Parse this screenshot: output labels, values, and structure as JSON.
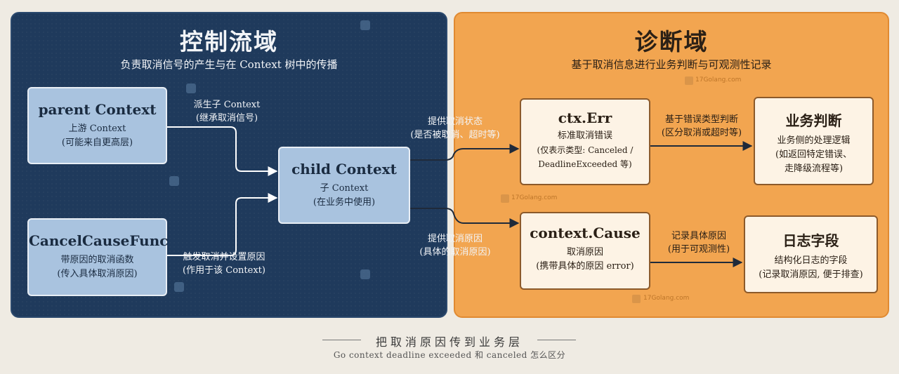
{
  "control": {
    "title": "控制流域",
    "subtitle": "负责取消信号的产生与在 Context 树中的传播",
    "parent": {
      "title": "parent Context",
      "line1": "上游 Context",
      "line2": "(可能来自更高层)"
    },
    "cause_func": {
      "title": "CancelCauseFunc",
      "line1": "带原因的取消函数",
      "line2": "(传入具体取消原因)"
    },
    "child": {
      "title": "child Context",
      "line1": "子 Context",
      "line2": "(在业务中使用)"
    },
    "edge_derive": {
      "line1": "派生子 Context",
      "line2": "(继承取消信号)"
    },
    "edge_trigger": {
      "line1": "触发取消并设置原因",
      "line2": "(作用于该 Context)"
    }
  },
  "diagnosis": {
    "title": "诊断域",
    "subtitle": "基于取消信息进行业务判断与可观测性记录",
    "err": {
      "title": "ctx.Err",
      "line1": "标准取消错误",
      "line2": "(仅表示类型: Canceled /",
      "line3": "DeadlineExceeded 等)"
    },
    "cause": {
      "title": "context.Cause",
      "line1": "取消原因",
      "line2": "(携带具体的原因 error)"
    },
    "judge": {
      "title": "业务判断",
      "line1": "业务侧的处理逻辑",
      "line2": "(如返回特定错误、",
      "line3": "走降级流程等)"
    },
    "log": {
      "title": "日志字段",
      "line1": "结构化日志的字段",
      "line2": "(记录取消原因, 便于排查)"
    },
    "edge_judge": {
      "line1": "基于错误类型判断",
      "line2": "(区分取消或超时等)"
    },
    "edge_record": {
      "line1": "记录具体原因",
      "line2": "(用于可观测性)"
    }
  },
  "bridge": {
    "status": {
      "line1": "提供取消状态",
      "line2": "(是否被取消、超时等)"
    },
    "reason": {
      "line1": "提供取消原因",
      "line2": "(具体的取消原因)"
    }
  },
  "watermark": {
    "text": "17Golang.com"
  },
  "footer": {
    "title": "把取消原因传到业务层",
    "subtitle": "Go context deadline exceeded 和 canceled 怎么区分"
  },
  "colors": {
    "control_bg": "#1f3a5c",
    "diagnosis_bg": "#f2a550",
    "blue_box": "#a9c3df",
    "cream_box": "#fdf3e5",
    "page_bg": "#efebe3"
  }
}
